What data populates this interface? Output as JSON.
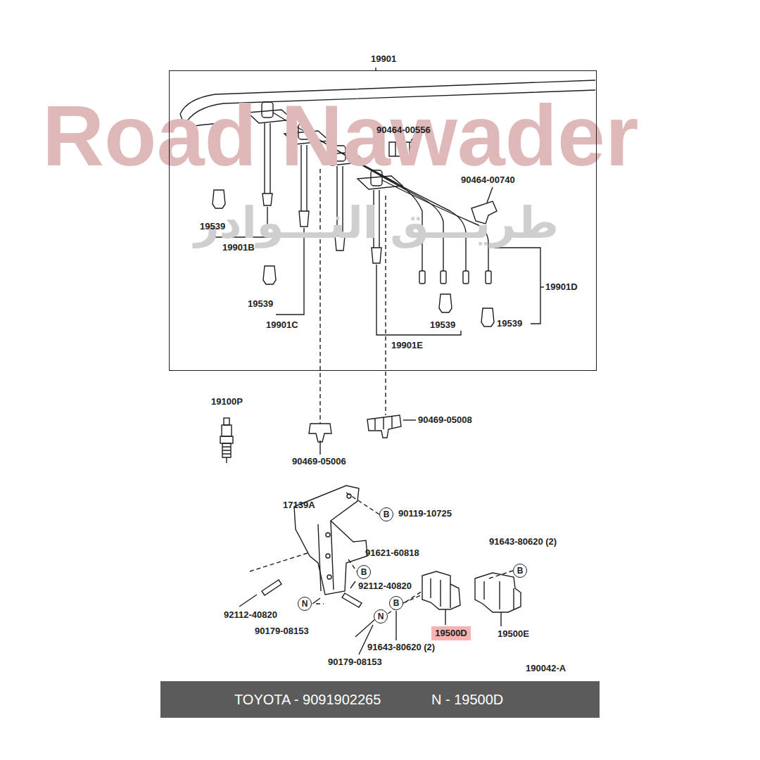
{
  "diagram": {
    "nodes": [
      {
        "text": [
          "19901"
        ]
      },
      {
        "text": [
          "B"
        ]
      },
      {
        "text": [
          "B"
        ]
      },
      {
        "text": [
          "B"
        ]
      },
      {
        "text": [
          "N"
        ]
      },
      {
        "text": [
          "B"
        ]
      },
      {
        "text": [
          "N"
        ]
      },
      {
        "text": [
          "19500D"
        ]
      },
      {
        "text": [
          "TOYOTA - 9091902265",
          "N - 19500D"
        ]
      }
    ],
    "labels": [
      "Road Nawader",
      "طريـــق النـــوادر",
      "90464-00556",
      "90464-00740",
      "19539",
      "19901B",
      "19539",
      "19901C",
      "19901D",
      "19539",
      "19539",
      "19901E",
      "19100P",
      "90469-05008",
      "90469-05006",
      "17139A",
      "90119-10725",
      "91643-80620 (2)",
      "91621-60818",
      "92112-40820",
      "92112-40820",
      "90179-08153",
      "19500E",
      "91643-80620 (2)",
      "90179-08153",
      "190042-A"
    ]
  }
}
